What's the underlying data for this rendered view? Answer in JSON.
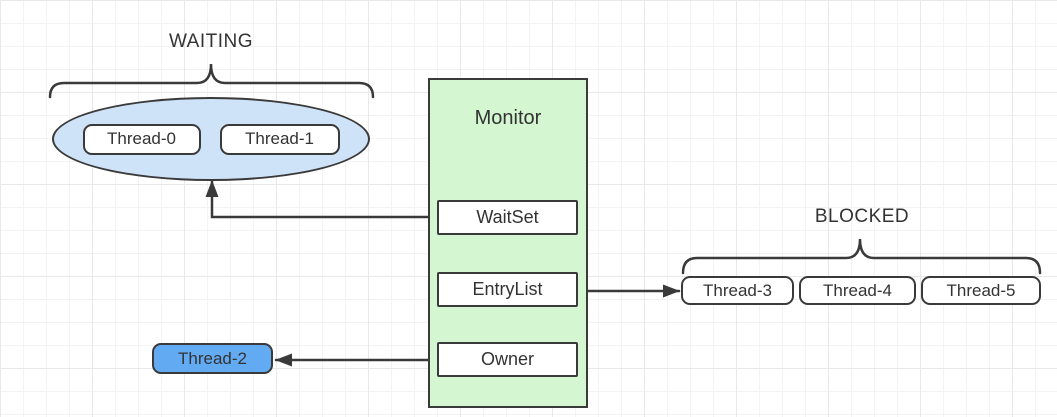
{
  "diagram": {
    "waiting_section": {
      "label": "WAITING",
      "threads": [
        "Thread-0",
        "Thread-1"
      ]
    },
    "blocked_section": {
      "label": "BLOCKED",
      "threads": [
        "Thread-3",
        "Thread-4",
        "Thread-5"
      ]
    },
    "monitor": {
      "title": "Monitor",
      "slots": [
        "WaitSet",
        "EntryList",
        "Owner"
      ]
    },
    "owner_thread": "Thread-2"
  },
  "colors": {
    "background": "#ffffff",
    "grid_minor": "#f3f3f5",
    "grid_major": "#e8e8eb",
    "stroke": "#3a3a3a",
    "text": "#333333",
    "monitor_fill": "#d4f6d0",
    "wait_set_fill": "#cfe3f8",
    "owner_fill": "#62abf2",
    "node_fill": "#ffffff"
  }
}
